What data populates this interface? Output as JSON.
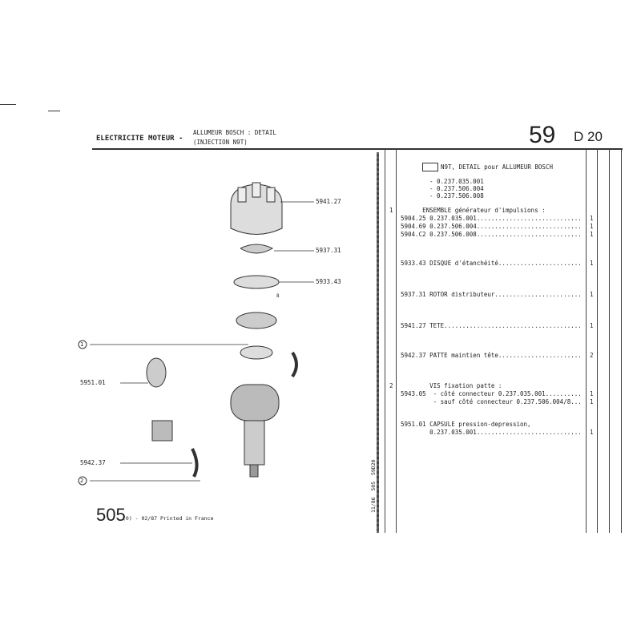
{
  "header": {
    "section": "ELECTRICITE MOTEUR -",
    "subtitle1": "ALLUMEUR BOSCH : DETAIL",
    "subtitle2": "(INJECTION N9T)",
    "group": "59",
    "page": "D 20"
  },
  "footer": {
    "model": "505",
    "note": "(0) - 02/87 Printed in France",
    "side_code": "11/86  505  59D20"
  },
  "diagram_labels": {
    "l1": "5941.27",
    "l2": "5937.31",
    "l3": "5933.43",
    "l4": "5951.01",
    "l5": "5942.37",
    "c1": "1",
    "c2": "2",
    "c3": "8"
  },
  "table": {
    "title": "N9T, DETAIL pour ALLUMEUR BOSCH",
    "variants": [
      "- 0.237.035.001",
      "- 0.237.506.004",
      "- 0.237.506.008"
    ],
    "rows": [
      {
        "ref": "1",
        "text": "      ENSEMBLE générateur d'impulsions :",
        "qty": ""
      },
      {
        "ref": "",
        "text": "5904.25 0.237.035.001.............................",
        "qty": "1"
      },
      {
        "ref": "",
        "text": "5904.69 0.237.506.004.............................",
        "qty": "1"
      },
      {
        "ref": "",
        "text": "5904.C2 0.237.506.008.............................",
        "qty": "1"
      },
      {
        "ref": "",
        "text": "5933.43 DISQUE d'étanchéité.......................",
        "qty": "1"
      },
      {
        "ref": "",
        "text": "5937.31 ROTOR distributeur........................",
        "qty": "1"
      },
      {
        "ref": "",
        "text": "5941.27 TETE......................................",
        "qty": "1"
      },
      {
        "ref": "",
        "text": "5942.37 PATTE maintien tête.......................",
        "qty": "2"
      },
      {
        "ref": "2",
        "text": "        VIS fixation patte :",
        "qty": ""
      },
      {
        "ref": "",
        "text": "5943.05  - côté connecteur 0.237.035.001..........",
        "qty": "1"
      },
      {
        "ref": "",
        "text": "         - sauf côté connecteur 0.237.506.004/8...",
        "qty": "1"
      },
      {
        "ref": "",
        "text": "5951.01 CAPSULE pression-depression,",
        "qty": ""
      },
      {
        "ref": "",
        "text": "        0.237.035.001.............................",
        "qty": "1"
      }
    ]
  }
}
